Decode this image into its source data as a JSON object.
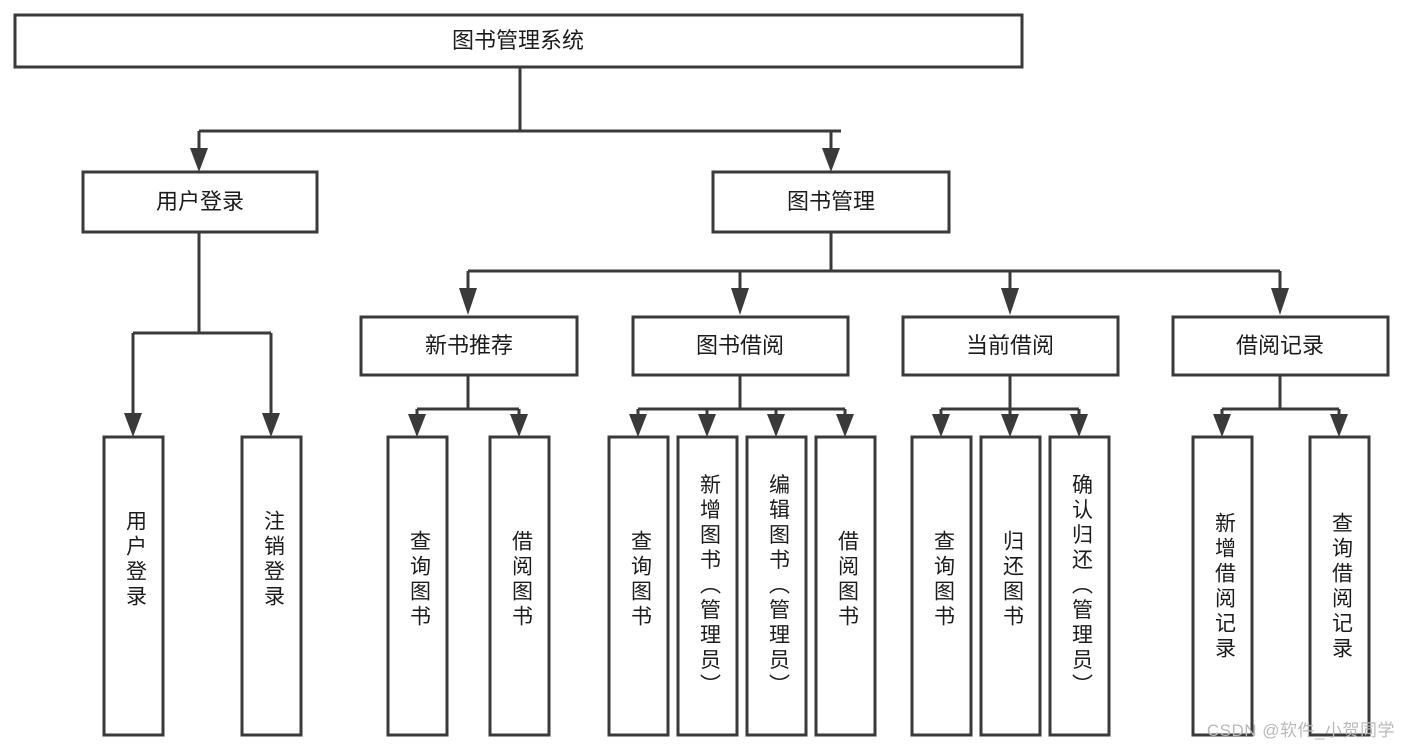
{
  "diagram": {
    "title": "图书管理系统",
    "watermark": "CSDN @软件_小贺同学",
    "colors": {
      "stroke": "#3a3a3a",
      "fill": "#ffffff",
      "text": "#1c1c1c",
      "watermark": "#b9b9b9"
    },
    "root": {
      "label": "图书管理系统"
    },
    "level1": [
      {
        "label": "用户登录"
      },
      {
        "label": "图书管理"
      }
    ],
    "level2": [
      {
        "label": "新书推荐"
      },
      {
        "label": "图书借阅"
      },
      {
        "label": "当前借阅"
      },
      {
        "label": "借阅记录"
      }
    ],
    "leaves": {
      "user_login": [
        {
          "label": "用户登录"
        },
        {
          "label": "注销登录"
        }
      ],
      "new_book_recommend": [
        {
          "label": "查询图书"
        },
        {
          "label": "借阅图书"
        }
      ],
      "book_borrow": [
        {
          "label": "查询图书"
        },
        {
          "label": "新增图书（管理员）"
        },
        {
          "label": "编辑图书（管理员）"
        },
        {
          "label": "借阅图书"
        }
      ],
      "current_borrow": [
        {
          "label": "查询图书"
        },
        {
          "label": "归还图书"
        },
        {
          "label": "确认归还（管理员）"
        }
      ],
      "borrow_record": [
        {
          "label": "新增借阅记录"
        },
        {
          "label": "查询借阅记录"
        }
      ]
    }
  }
}
